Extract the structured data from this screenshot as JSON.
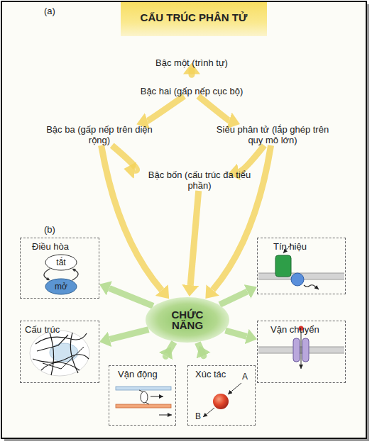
{
  "diagram": {
    "nodes": [
      {
        "text": [
          "CẤU TRÚC PHÂN TỬ"
        ]
      },
      {
        "text": [
          "Bậc một (trình tự)"
        ]
      },
      {
        "text": [
          "Bậc hai (gấp nếp cục bộ)"
        ]
      },
      {
        "text": [
          "Bậc ba (gấp nếp trên diện rộng)"
        ]
      },
      {
        "text": [
          "Siêu phân tử (lắp ghép trên quy mô lớn)"
        ]
      },
      {
        "text": [
          "Bậc bốn (cấu trúc đa tiểu phần)"
        ]
      },
      {
        "text": [
          "CHỨC NĂNG"
        ]
      },
      {
        "text": [
          "Điều hòa"
        ]
      },
      {
        "text": [
          "tắt"
        ],
        "in": 7
      },
      {
        "text": [
          "mở"
        ],
        "in": 7
      },
      {
        "text": [
          "Tín hiệu"
        ]
      },
      {
        "text": [
          "Cấu trúc"
        ]
      },
      {
        "text": [
          "Vận chuyển"
        ]
      },
      {
        "text": [
          "Vận động"
        ]
      },
      {
        "text": [
          "Xúc tác"
        ]
      }
    ],
    "edges": [
      {
        "from": 1,
        "to": 2,
        "arrow": "to"
      },
      {
        "from": 2,
        "to": 3,
        "arrow": "to"
      },
      {
        "from": 2,
        "to": 4,
        "arrow": "to"
      },
      {
        "from": 3,
        "to": 5,
        "arrow": "to"
      },
      {
        "from": 4,
        "to": 5,
        "arrow": "to"
      },
      {
        "from": 3,
        "to": 6,
        "arrow": "to"
      },
      {
        "from": 5,
        "to": 6,
        "arrow": "to"
      },
      {
        "from": 4,
        "to": 6,
        "arrow": "to"
      },
      {
        "from": 6,
        "to": 7,
        "arrow": "to"
      },
      {
        "from": 6,
        "to": 10,
        "arrow": "to"
      },
      {
        "from": 6,
        "to": 11,
        "arrow": "to"
      },
      {
        "from": 6,
        "to": 12,
        "arrow": "to"
      },
      {
        "from": 6,
        "to": 13,
        "arrow": "to"
      },
      {
        "from": 6,
        "to": 14,
        "arrow": "to"
      },
      {
        "from": 8,
        "to": 9,
        "arrow": "to"
      },
      {
        "from": 9,
        "to": 8,
        "arrow": "to"
      }
    ],
    "labels": [
      "(a)",
      "(b)",
      "A",
      "B"
    ]
  }
}
